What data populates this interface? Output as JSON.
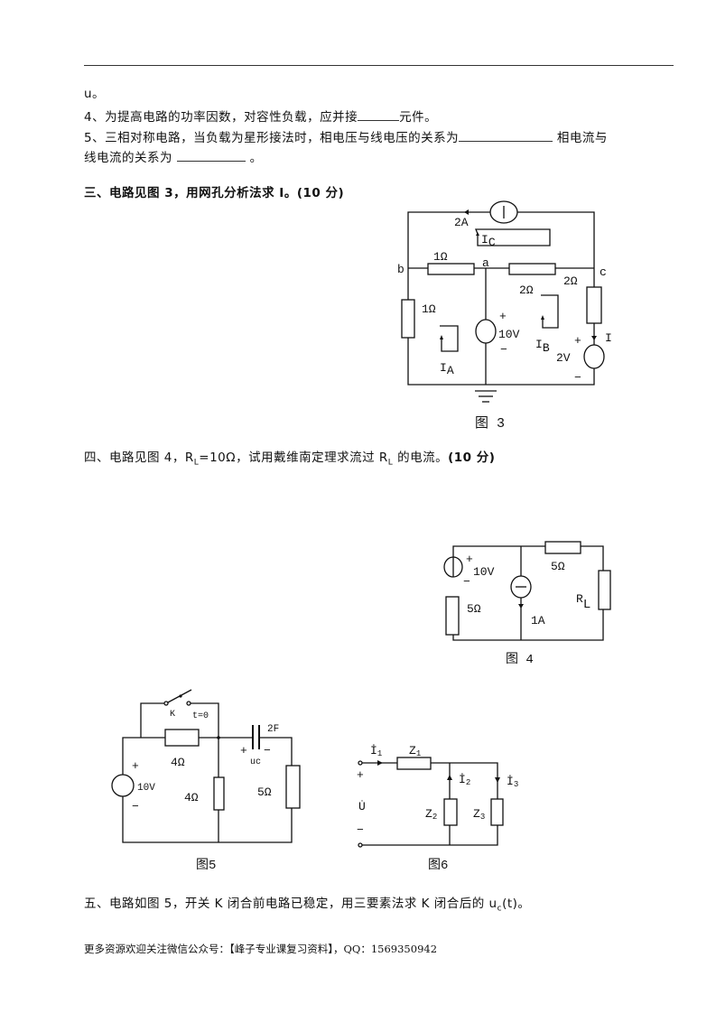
{
  "q3_tail": "u。",
  "q4": {
    "before": "4、为提高电路的功率因数，对容性负载，应并接",
    "after": "元件。"
  },
  "q5": {
    "before": "5、三相对称电路，当负载为星形接法时，相电压与线电压的关系为",
    "mid": " 相电流与",
    "line2": "线电流的关系为 ",
    "end": " 。"
  },
  "section3": {
    "title": "三、电路见图 3，用网孔分析法求 I。(10 分)"
  },
  "fig3": {
    "caption": "图  3",
    "labels": {
      "src_current": "2A",
      "ic": "I",
      "ic_sub": "C",
      "r_ba": "1Ω",
      "node_a": "a",
      "node_b": "b",
      "node_c": "c",
      "r_ac": "2Ω",
      "r_c": "2Ω",
      "r_b": "1Ω",
      "v10": "10V",
      "plus": "+",
      "minus": "−",
      "ia": "I",
      "ia_sub": "A",
      "ib": "I",
      "ib_sub": "B",
      "v2": "2V",
      "i": "I"
    }
  },
  "section4": {
    "pre": "四、电路见图 4，R",
    "sub": "L",
    "mid": "=10Ω，试用戴维南定理求流过 R",
    "sub2": "L",
    "post": " 的电流。",
    "score": "(10 分)"
  },
  "fig4": {
    "caption": "图 4",
    "labels": {
      "v10": "10V",
      "r_top": "5Ω",
      "r_left": "5Ω",
      "i1": "1A",
      "rl": "R",
      "rl_sub": "L",
      "plus": "+",
      "minus": "−"
    }
  },
  "fig5": {
    "caption": "图5",
    "labels": {
      "k": "K",
      "t0": "t=0",
      "cap": "2F",
      "uc": "uc",
      "r_top": "4Ω",
      "r_mid": "4Ω",
      "r_right": "5Ω",
      "v10": "10V",
      "plus": "+",
      "minus": "−"
    }
  },
  "fig6": {
    "caption": "图6",
    "labels": {
      "i1": "İ",
      "i1_sub": "1",
      "z1": "Z",
      "z1_sub": "1",
      "i2": "İ",
      "i2_sub": "2",
      "i3": "İ",
      "i3_sub": "3",
      "u": "U̇",
      "z2": "Z",
      "z2_sub": "2",
      "z3": "Z",
      "z3_sub": "3",
      "plus": "+",
      "minus": "−"
    }
  },
  "section5": {
    "pre": "五、电路如图 5，开关 K 闭合前电路已稳定，用三要素法求 K 闭合后的 u",
    "sub": "c",
    "post": "(t)。"
  },
  "footer": "更多资源欢迎关注微信公众号：【峰子专业课复习资料】，QQ：1569350942"
}
